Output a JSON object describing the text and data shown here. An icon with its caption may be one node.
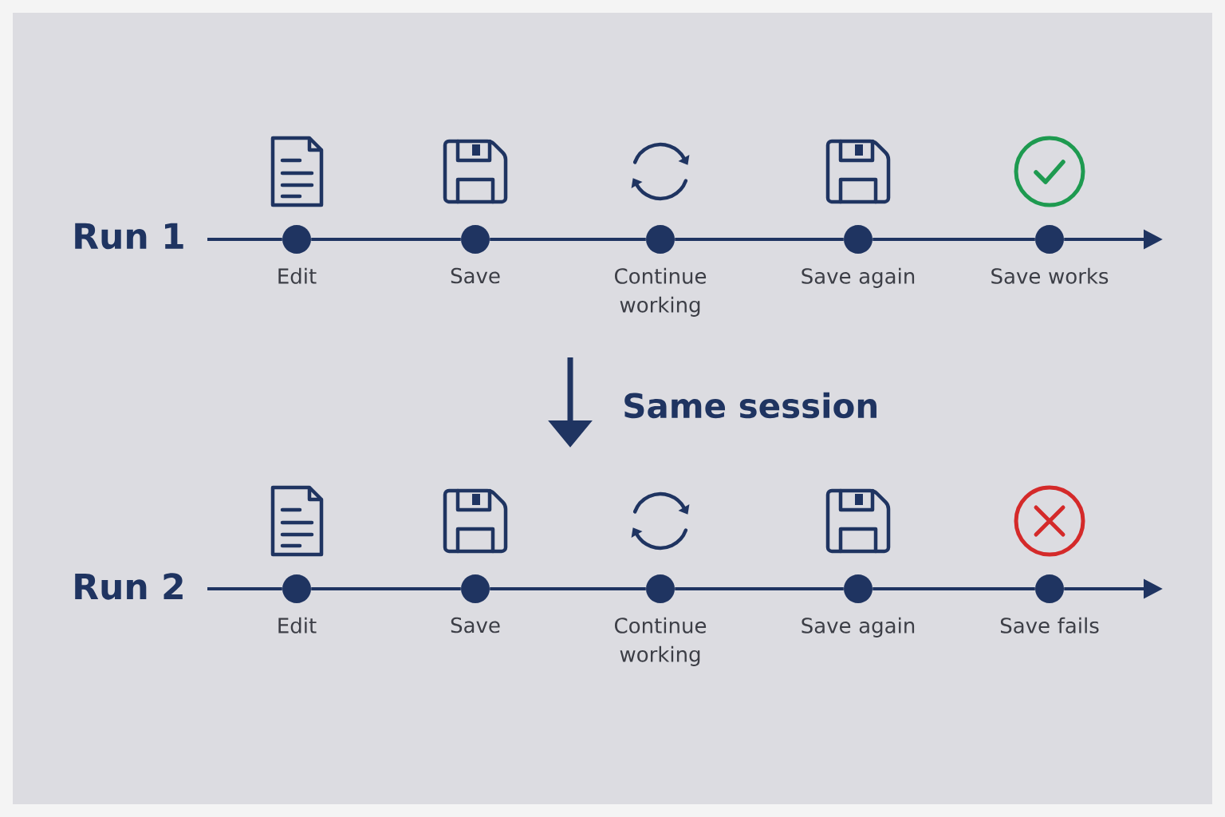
{
  "diagram": {
    "nodes": [
      {
        "text": [
          "Edit"
        ]
      },
      {
        "text": [
          "Save"
        ]
      },
      {
        "text": [
          "Continue working"
        ]
      },
      {
        "text": [
          "Save again"
        ]
      },
      {
        "text": [
          "Save works"
        ]
      },
      {
        "text": [
          "Edit"
        ]
      },
      {
        "text": [
          "Save"
        ]
      },
      {
        "text": [
          "Continue working"
        ]
      },
      {
        "text": [
          "Save again"
        ]
      },
      {
        "text": [
          "Save fails"
        ]
      }
    ],
    "edges": [
      {
        "from": null,
        "to": 0,
        "arrow": "none"
      },
      {
        "from": 0,
        "to": 1,
        "arrow": "none"
      },
      {
        "from": 1,
        "to": 2,
        "arrow": "none"
      },
      {
        "from": 2,
        "to": 3,
        "arrow": "none"
      },
      {
        "from": 3,
        "to": 4,
        "arrow": "none"
      },
      {
        "from": 4,
        "to": null,
        "arrow": "to"
      },
      {
        "from": null,
        "to": 5,
        "arrow": "none"
      },
      {
        "from": 5,
        "to": 6,
        "arrow": "none"
      },
      {
        "from": 6,
        "to": 7,
        "arrow": "none"
      },
      {
        "from": 7,
        "to": 8,
        "arrow": "none"
      },
      {
        "from": 8,
        "to": 9,
        "arrow": "none"
      },
      {
        "from": 9,
        "to": null,
        "arrow": "to"
      }
    ],
    "labels": [
      "Run 1",
      "Same session",
      "Run 2"
    ]
  }
}
